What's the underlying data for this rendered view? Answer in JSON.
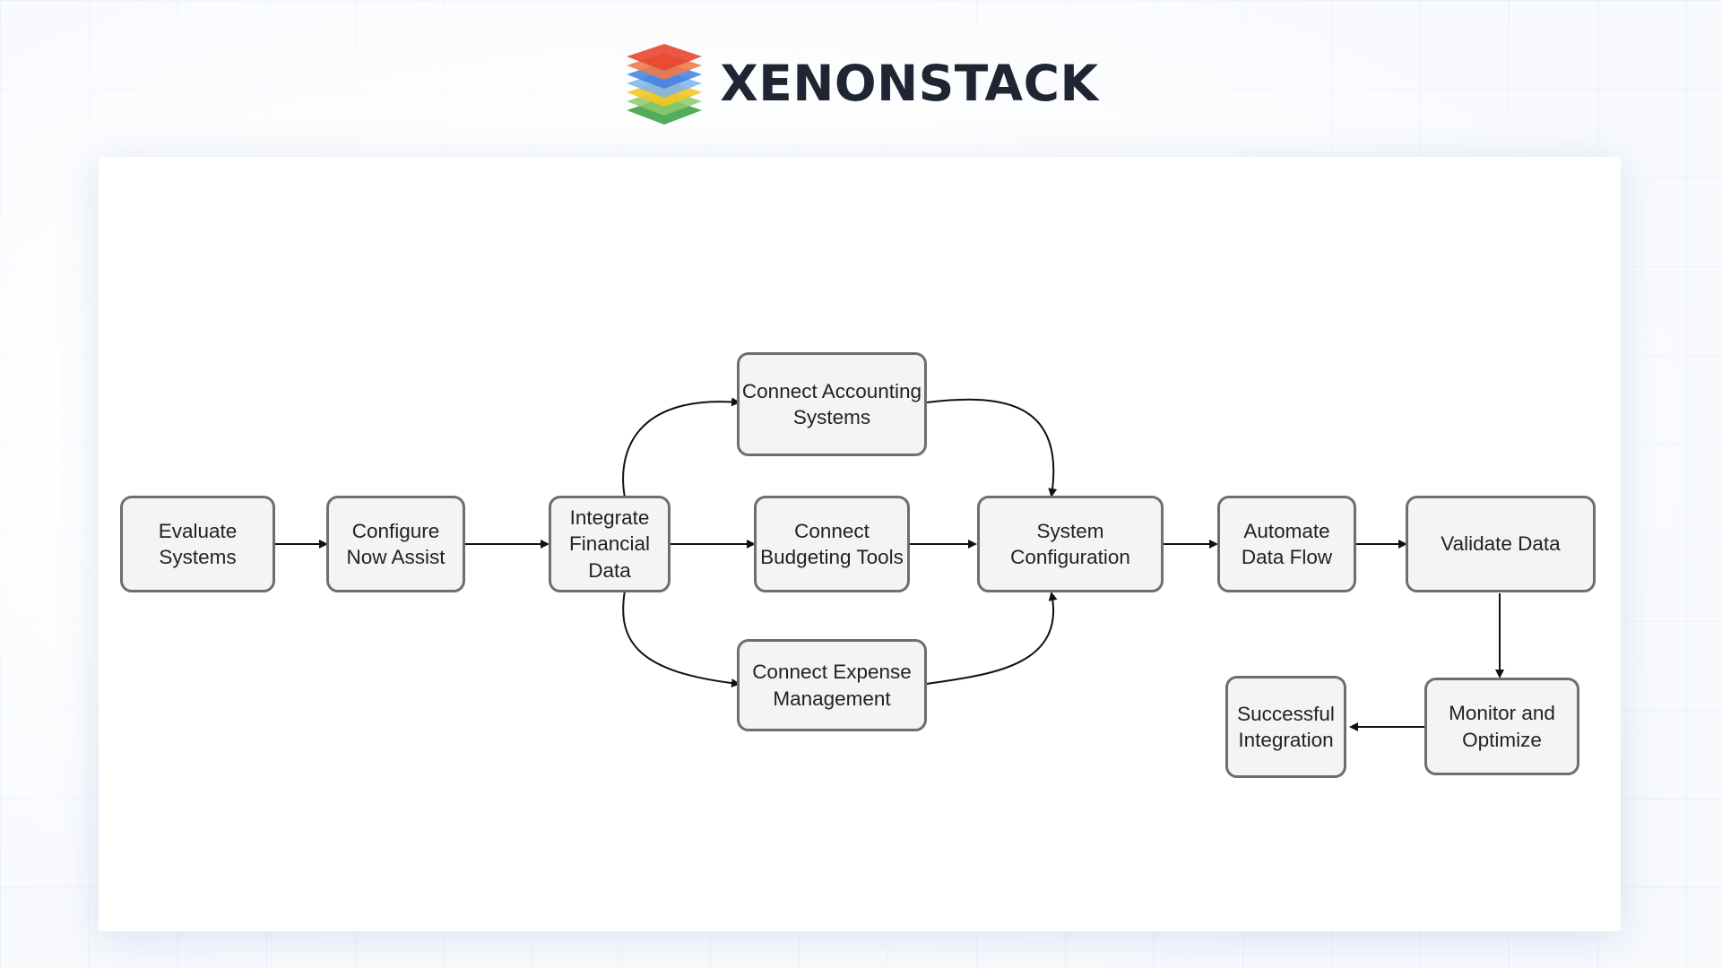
{
  "brand": {
    "name": "XENONSTACK",
    "logo_icon": "layered-stack-logo",
    "logo_colors": [
      "#e8462f",
      "#3f7fe0",
      "#f3c623",
      "#3fa34a"
    ]
  },
  "diagram": {
    "nodes": {
      "evaluate": "Evaluate\nSystems",
      "configure": "Configure\nNow Assist",
      "integrate": "Integrate\nFinancial\nData",
      "accounting": "Connect Accounting\nSystems",
      "budgeting": "Connect\nBudgeting Tools",
      "expense": "Connect Expense\nManagement",
      "sysconfig": "System\nConfiguration",
      "automate": "Automate\nData Flow",
      "validate": "Validate Data",
      "monitor": "Monitor and\nOptimize",
      "success": "Successful\nIntegration"
    },
    "edges": [
      {
        "from": "evaluate",
        "to": "configure"
      },
      {
        "from": "configure",
        "to": "integrate"
      },
      {
        "from": "integrate",
        "to": "accounting"
      },
      {
        "from": "integrate",
        "to": "budgeting"
      },
      {
        "from": "integrate",
        "to": "expense"
      },
      {
        "from": "accounting",
        "to": "sysconfig"
      },
      {
        "from": "budgeting",
        "to": "sysconfig"
      },
      {
        "from": "expense",
        "to": "sysconfig"
      },
      {
        "from": "sysconfig",
        "to": "automate"
      },
      {
        "from": "automate",
        "to": "validate"
      },
      {
        "from": "validate",
        "to": "monitor"
      },
      {
        "from": "monitor",
        "to": "success"
      }
    ],
    "colors": {
      "node_fill": "#f4f4f4",
      "node_border": "#6e6e6e",
      "edge": "#111111",
      "text": "#222222"
    }
  }
}
